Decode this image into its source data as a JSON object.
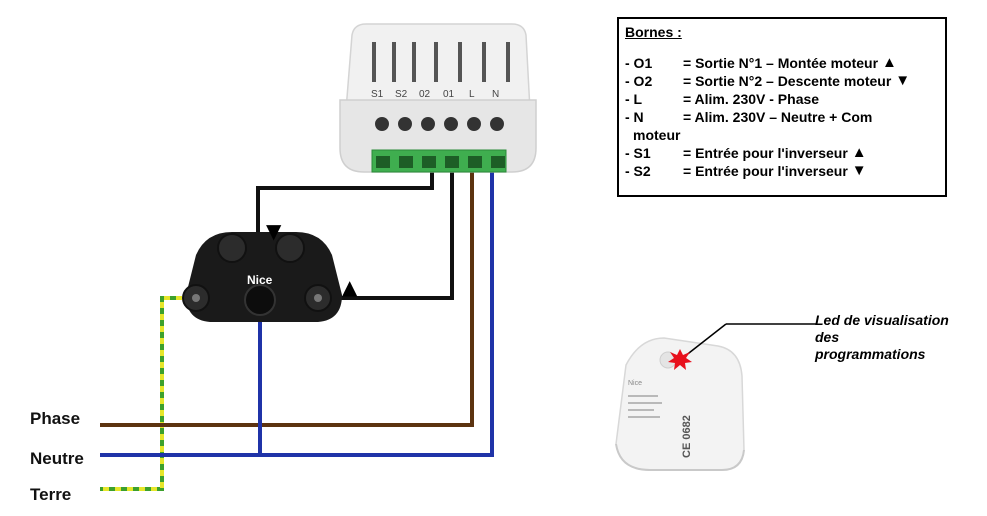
{
  "wire_labels": {
    "phase": "Phase",
    "neutre": "Neutre",
    "terre": "Terre"
  },
  "module": {
    "terminals": [
      "S1",
      "S2",
      "02",
      "01",
      "L",
      "N"
    ]
  },
  "motor": {
    "brand": "Nice",
    "arrow_down": "▼",
    "arrow_up": "▲"
  },
  "legend": {
    "title": "Bornes :",
    "rows": [
      {
        "term": "- O1",
        "desc": "= Sortie N°1 – Montée moteur",
        "icon": "▲"
      },
      {
        "term": "- O2",
        "desc": "= Sortie N°2 – Descente moteur",
        "icon": "▼"
      },
      {
        "term": "- L",
        "desc": "= Alim. 230V - Phase",
        "icon": ""
      },
      {
        "term": "- N",
        "desc": "= Alim. 230V – Neutre + Com",
        "icon": ""
      },
      {
        "term": "- S1",
        "desc": "= Entrée pour l'inverseur",
        "icon": "▲"
      },
      {
        "term": "- S2",
        "desc": "= Entrée pour l'inverseur",
        "icon": "▼"
      }
    ],
    "n_continuation": "moteur"
  },
  "led": {
    "line1": "Led de visualisation",
    "line2": "des",
    "line3": "programmations",
    "device_brand": "Nice",
    "device_marking": "CE 0682"
  },
  "colors": {
    "phase_wire": "#5c3310",
    "neutral_wire": "#1f33a8",
    "earth_wire_green": "#3ca02c",
    "earth_wire_yellow": "#e6e62a",
    "command_wire": "#111111",
    "terminal_block": "#3fae4f",
    "led_red": "#e8101c"
  }
}
